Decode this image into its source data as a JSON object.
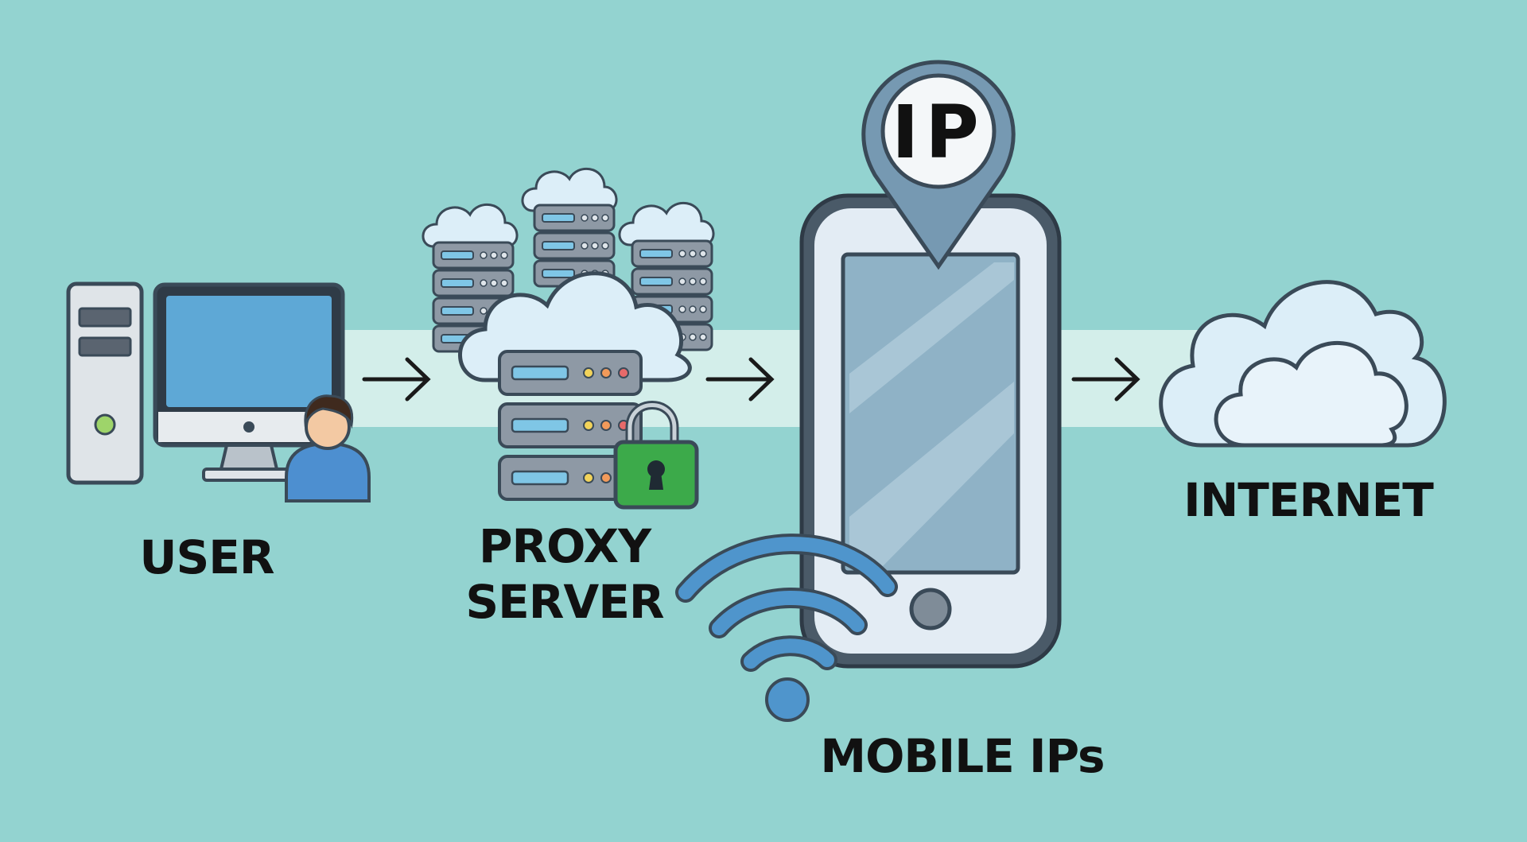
{
  "nodes": {
    "user": {
      "label": "USER"
    },
    "proxy": {
      "label_line1": "PROXY",
      "label_line2": "SERVER"
    },
    "mobile": {
      "label": "MOBILE IPs",
      "pin_text": "IP"
    },
    "internet": {
      "label": "INTERNET"
    }
  },
  "icons": [
    "desktop-computer-icon",
    "user-avatar-icon",
    "cloud-server-rack-icon",
    "padlock-icon",
    "smartphone-icon",
    "location-pin-icon",
    "wifi-signal-icon",
    "cloud-icon",
    "arrow-right-icon"
  ],
  "colors": {
    "background": "#93d3d0",
    "band": "#d3eeea",
    "outline": "#3a4a58",
    "screen_blue": "#5ea8d6",
    "server_grey": "#8e99a5",
    "lock_green": "#3caa4a",
    "cloud_fill": "#dceef8",
    "phone_frame": "#e3ecf4",
    "phone_screen": "#8fb2c6",
    "wifi_blue": "#4f95cc"
  }
}
